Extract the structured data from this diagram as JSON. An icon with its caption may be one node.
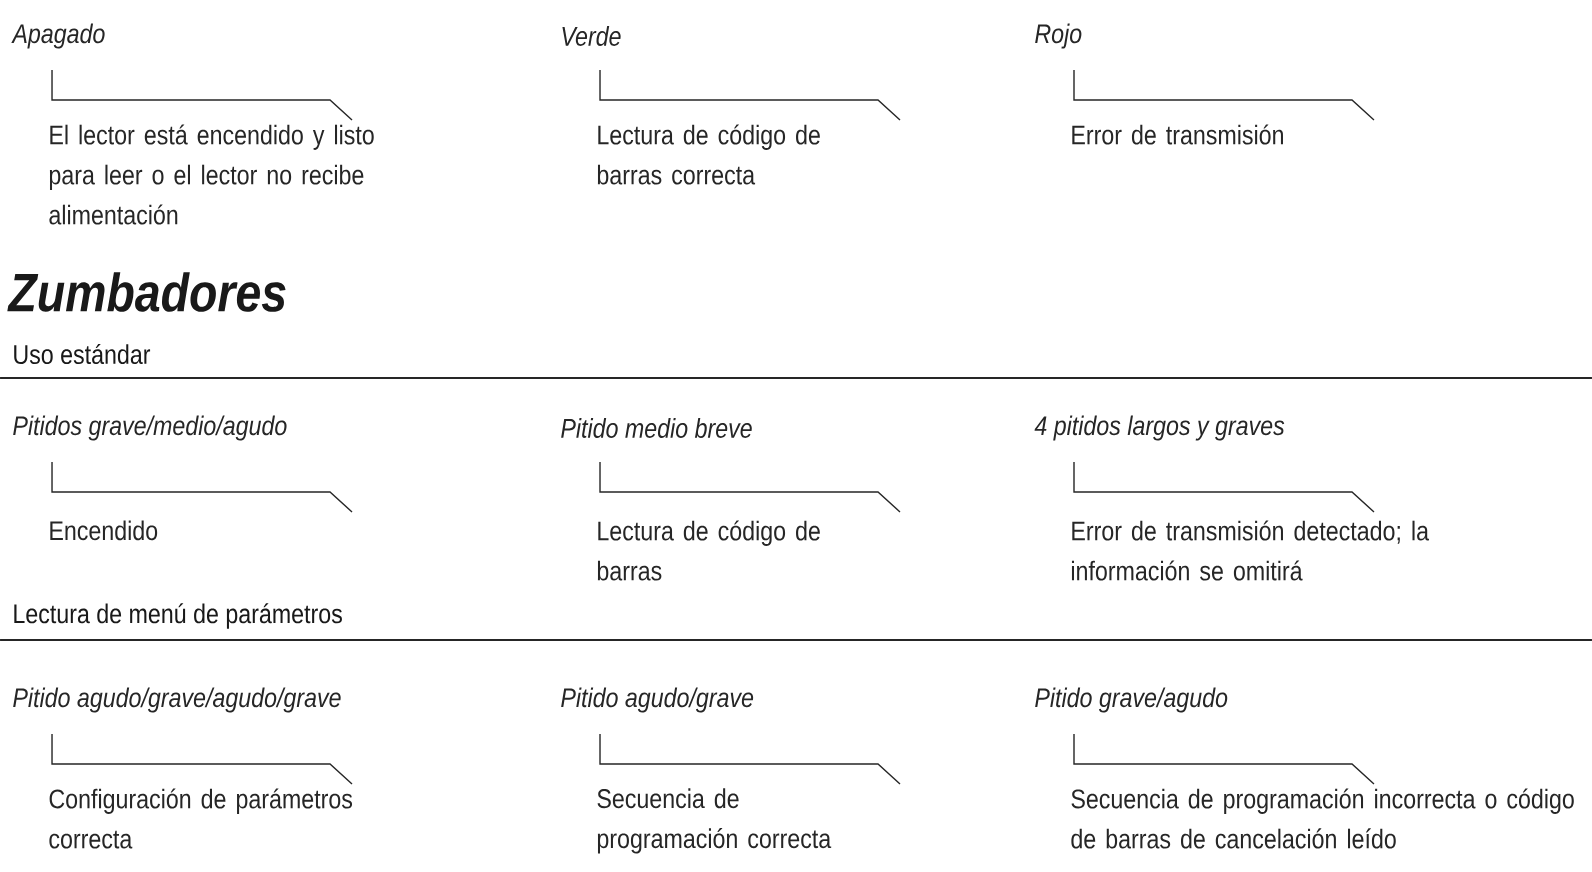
{
  "diagram": {
    "labels": [
      "Apagado",
      "Verde",
      "Rojo",
      "El lector está encendido y listo para leer o el lector no recibe alimentación",
      "Lectura de código de barras correcta",
      "Error de transmisión",
      "Zumbadores",
      "Uso estándar",
      "Pitidos grave/medio/agudo",
      "Pitido medio breve",
      "4 pitidos largos y graves",
      "Encendido",
      "Lectura de código de barras",
      "Error de transmisión detectado; la información se omitirá",
      "Lectura de menú de parámetros",
      "Pitido agudo/grave/agudo/grave",
      "Pitido agudo/grave",
      "Pitido grave/agudo",
      "Configuración de parámetros correcta",
      "Secuencia de programación correcta",
      "Secuencia de programación incorrecta o código de barras de cancelación leído"
    ]
  }
}
